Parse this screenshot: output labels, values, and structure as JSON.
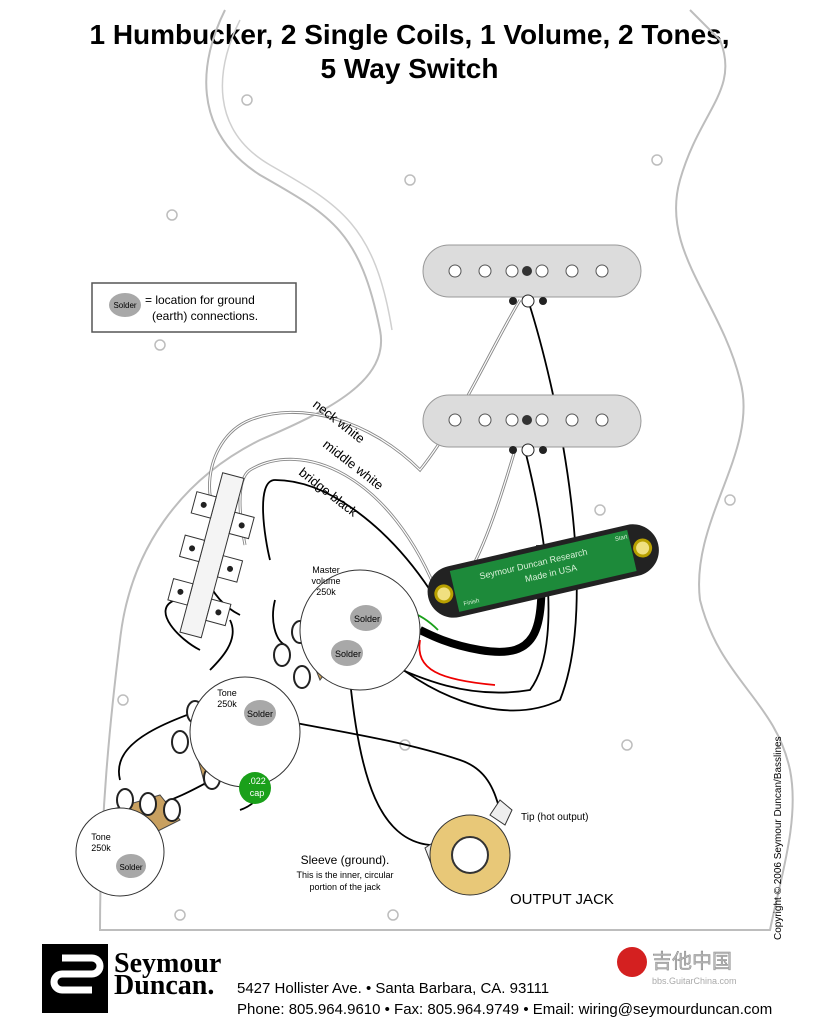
{
  "title": {
    "line1": "1 Humbucker, 2 Single Coils, 1 Volume, 2 Tones,",
    "line2": "5 Way Switch"
  },
  "legend": {
    "badge": "Solder",
    "text1": "= location for ground",
    "text2": "(earth) connections."
  },
  "wire_labels": {
    "neck": "neck white",
    "middle": "middle white",
    "bridge": "bridge black"
  },
  "humbucker": {
    "line1": "Seymour Duncan Research",
    "line2": "Made in USA",
    "finish": "Finish",
    "start": "Start"
  },
  "volume_pot": {
    "label1": "Master",
    "label2": "volume",
    "label3": "250k",
    "solder1": "Solder",
    "solder2": "Solder"
  },
  "tone_pot_1": {
    "label1": "Tone",
    "label2": "250k",
    "solder": "Solder"
  },
  "tone_pot_2": {
    "label1": "Tone",
    "label2": "250k",
    "solder": "Solder"
  },
  "capacitor": {
    "value": ".022",
    "unit": "cap",
    "color": "#1aa01a"
  },
  "output_jack": {
    "label": "OUTPUT JACK",
    "tip": "Tip (hot output)",
    "sleeve1": "Sleeve (ground).",
    "sleeve2": "This is the inner, circular",
    "sleeve3": "portion of the jack"
  },
  "copyright": "Copyright © 2006 Seymour Duncan/Basslines",
  "brand": {
    "line1": "Seymour",
    "line2": "Duncan."
  },
  "footer": {
    "address": "5427 Hollister Ave. • Santa Barbara, CA. 93111",
    "contact": "Phone: 805.964.9610 • Fax: 805.964.9749 • Email: wiring@seymourduncan.com"
  },
  "watermark": {
    "text": "吉他中国",
    "url": "bbs.GuitarChina.com"
  },
  "colors": {
    "pickguard": "#bdbdbd",
    "pot_lug": "#c8a060",
    "pcb": "#1d8a3a",
    "solder": "#a8a8a8"
  }
}
